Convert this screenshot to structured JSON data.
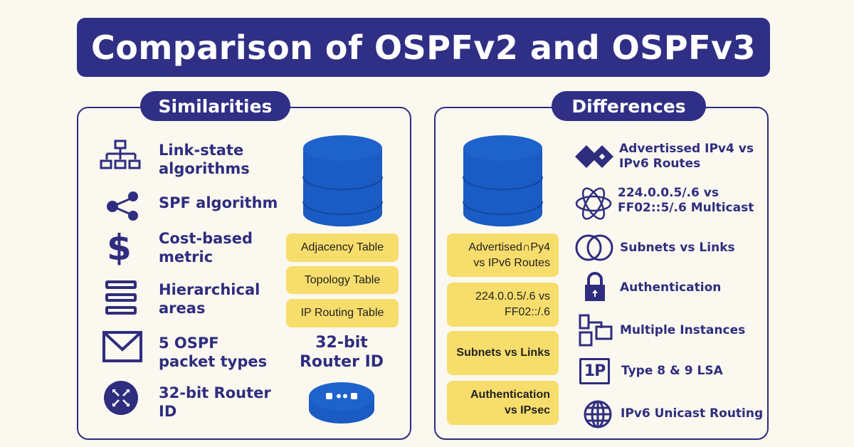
{
  "title": "Comparison of OSPFv2 and OSPFv3",
  "similarities": {
    "heading": "Similarities",
    "items": [
      {
        "label": "Link-state algorithms",
        "icon": "hierarchy-icon"
      },
      {
        "label": "SPF algorithm",
        "icon": "share-nodes-icon"
      },
      {
        "label": "Cost-based metric",
        "icon": "dollar-icon"
      },
      {
        "label": "Hierarchical areas",
        "icon": "stacked-bars-icon"
      },
      {
        "label": "5 OSPF packet types",
        "icon": "envelope-icon"
      },
      {
        "label": "32-bit Router ID",
        "icon": "router-icon"
      }
    ],
    "tables": [
      "Adjacency Table",
      "Topology Table",
      "IP Routing Table"
    ],
    "router_id": "32-bit Router ID"
  },
  "differences": {
    "heading": "Differences",
    "boxes": [
      "Advertised∩Py4 vs IPv6 Routes",
      "224.0.0.5/.6 vs FF02::/.6",
      "Subnets vs Links",
      "Authentication vs IPsec"
    ],
    "items": [
      {
        "label": "Advertissed IPv4 vs IPv6 Routes",
        "icon": "diamonds-icon"
      },
      {
        "label": "224.0.0.5/.6 vs FF02::5/.6 Multicast",
        "icon": "atom-icon"
      },
      {
        "label": "Subnets vs Links",
        "icon": "rings-icon"
      },
      {
        "label": "Authentication",
        "icon": "lock-icon"
      },
      {
        "label": "Multiple Instances",
        "icon": "folders-icon"
      },
      {
        "label": "Type 8 & 9 LSA",
        "icon": "lsa-badge-icon"
      },
      {
        "label": "IPv6 Unicast Routing",
        "icon": "globe-icon"
      }
    ],
    "lsa_badge": "1P"
  },
  "colors": {
    "navy": "#2e2d7e",
    "yellow": "#f7dd6b",
    "blue": "#1a5bc4",
    "background": "#fbf8f0"
  }
}
